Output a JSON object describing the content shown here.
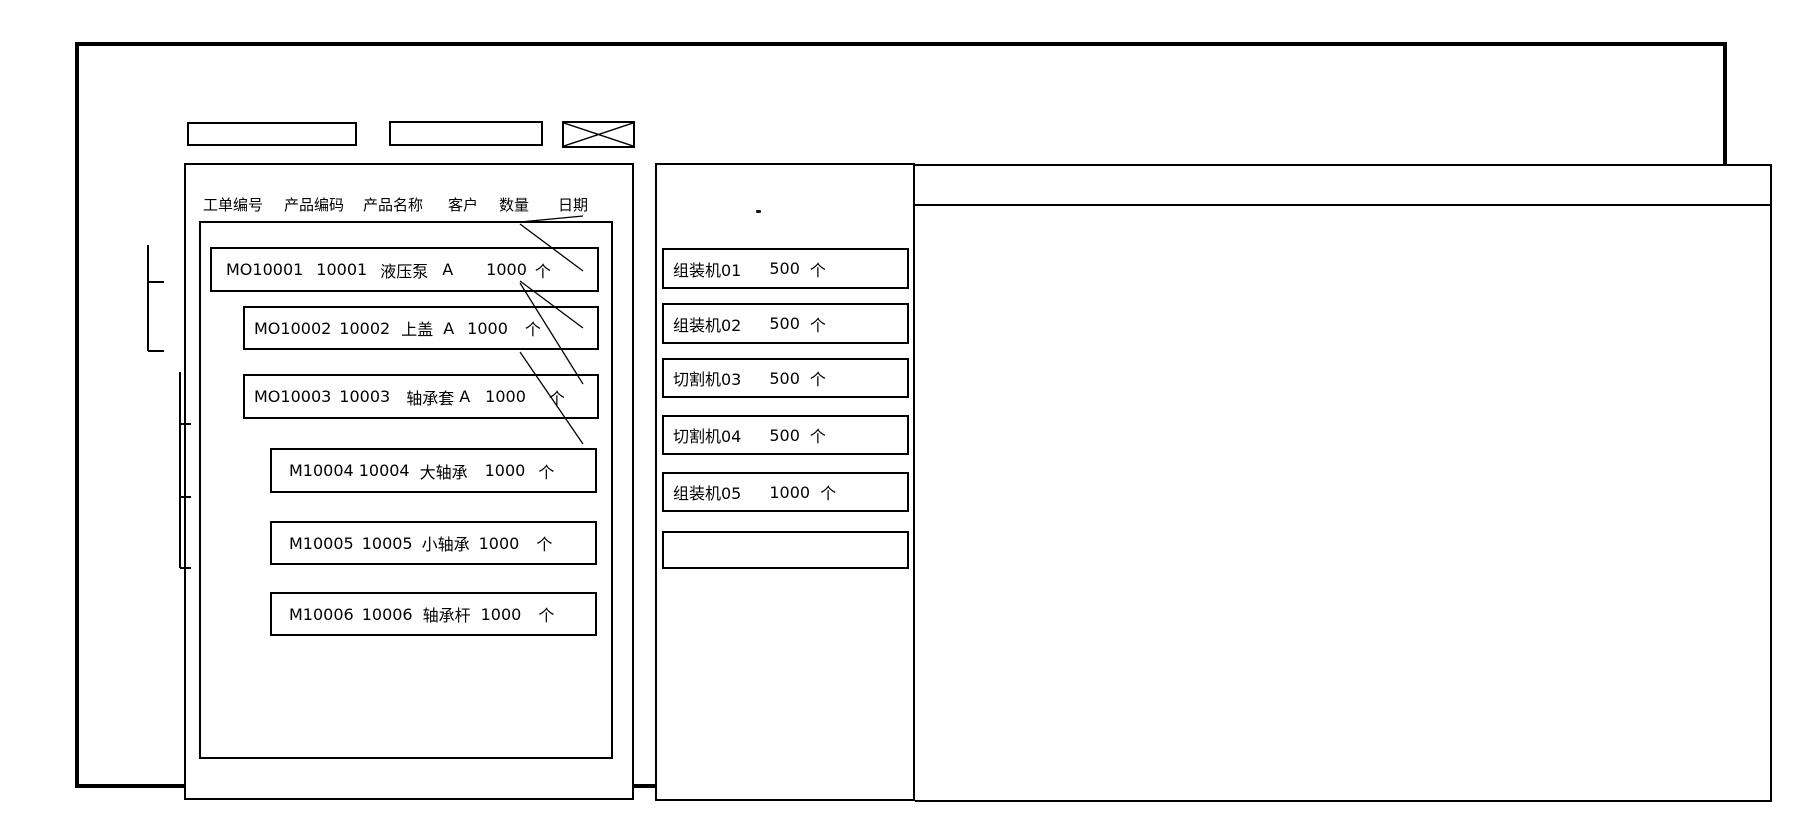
{
  "colors": {
    "line": "#000000",
    "background": "#ffffff"
  },
  "work_order_panel": {
    "columns": [
      "工单编号",
      "产品编码",
      "产品名称",
      "客户",
      "数量",
      "日期"
    ],
    "orders": [
      {
        "order_no": "MO10001",
        "product_code": "10001",
        "product_name": "液压泵",
        "customer": "A",
        "qty": "1000",
        "unit": "个"
      },
      {
        "order_no": "MO10002",
        "product_code": "10002",
        "product_name": "上盖",
        "customer": "A",
        "qty": "1000",
        "unit": "个"
      },
      {
        "order_no": "MO10003",
        "product_code": "10003",
        "product_name": "轴承套",
        "customer": "A",
        "qty": "1000",
        "unit": "个"
      },
      {
        "order_no": "M10004",
        "product_code": "10004",
        "product_name": "大轴承",
        "customer": "",
        "qty": "1000",
        "unit": "个"
      },
      {
        "order_no": "M10005",
        "product_code": "10005",
        "product_name": "小轴承",
        "customer": "",
        "qty": "1000",
        "unit": "个"
      },
      {
        "order_no": "M10006",
        "product_code": "10006",
        "product_name": "轴承杆",
        "customer": "",
        "qty": "1000",
        "unit": "个"
      }
    ]
  },
  "machine_panel": {
    "machines": [
      {
        "name": "组装机01",
        "qty": "500",
        "unit": "个"
      },
      {
        "name": "组装机02",
        "qty": "500",
        "unit": "个"
      },
      {
        "name": "切割机03",
        "qty": "500",
        "unit": "个"
      },
      {
        "name": "切割机04",
        "qty": "500",
        "unit": "个"
      },
      {
        "name": "组装机05",
        "qty": "1000",
        "unit": "个"
      },
      {
        "name": "",
        "qty": "",
        "unit": ""
      }
    ]
  }
}
